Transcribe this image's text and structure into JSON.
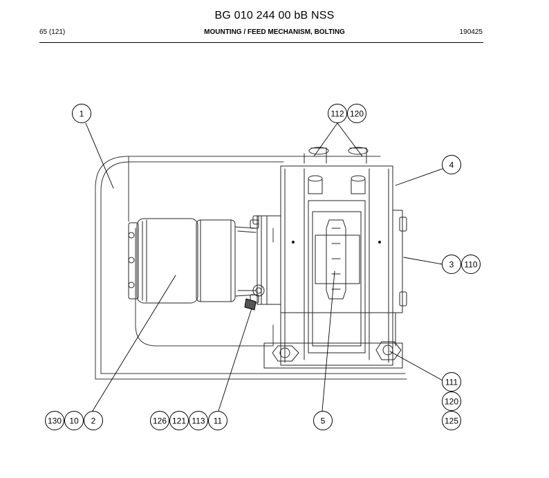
{
  "header": {
    "doc_title": "BG 010 244 00 bB NSS",
    "page": "65 (121)",
    "section": "MOUNTING / FEED MECHANISM, BOLTING",
    "code": "190425"
  },
  "callouts": {
    "c1": "1",
    "c112": "112",
    "c120_top": "120",
    "c4": "4",
    "c3": "3",
    "c110": "110",
    "c111": "111",
    "c120_right": "120",
    "c125": "125",
    "c130": "130",
    "c10": "10",
    "c2": "2",
    "c126": "126",
    "c121": "121",
    "c113": "113",
    "c11": "11",
    "c5": "5"
  }
}
